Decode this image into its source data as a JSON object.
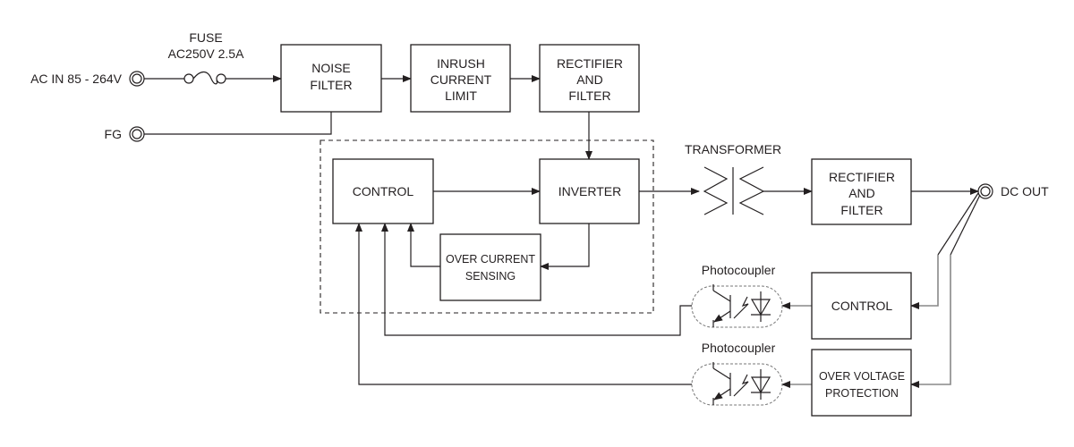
{
  "terminals": {
    "ac_in": "AC IN 85 - 264V",
    "fg": "FG",
    "dc_out": "DC OUT"
  },
  "fuse": {
    "title": "FUSE",
    "rating": "AC250V 2.5A"
  },
  "blocks": {
    "noise_filter": [
      "NOISE",
      "FILTER"
    ],
    "inrush": [
      "INRUSH",
      "CURRENT",
      "LIMIT"
    ],
    "rectifier_primary": [
      "RECTIFIER",
      "AND",
      "FILTER"
    ],
    "control_primary": [
      "CONTROL"
    ],
    "inverter": [
      "INVERTER"
    ],
    "over_current": [
      "OVER CURRENT",
      "SENSING"
    ],
    "transformer": "TRANSFORMER",
    "rectifier_secondary": [
      "RECTIFIER",
      "AND",
      "FILTER"
    ],
    "control_secondary": [
      "CONTROL"
    ],
    "over_voltage": [
      "OVER VOLTAGE",
      "PROTECTION"
    ]
  },
  "photocouplers": [
    "Photocoupler",
    "Photocoupler"
  ],
  "colors": {
    "line": "#231f20",
    "feedback_line": "#888888"
  }
}
